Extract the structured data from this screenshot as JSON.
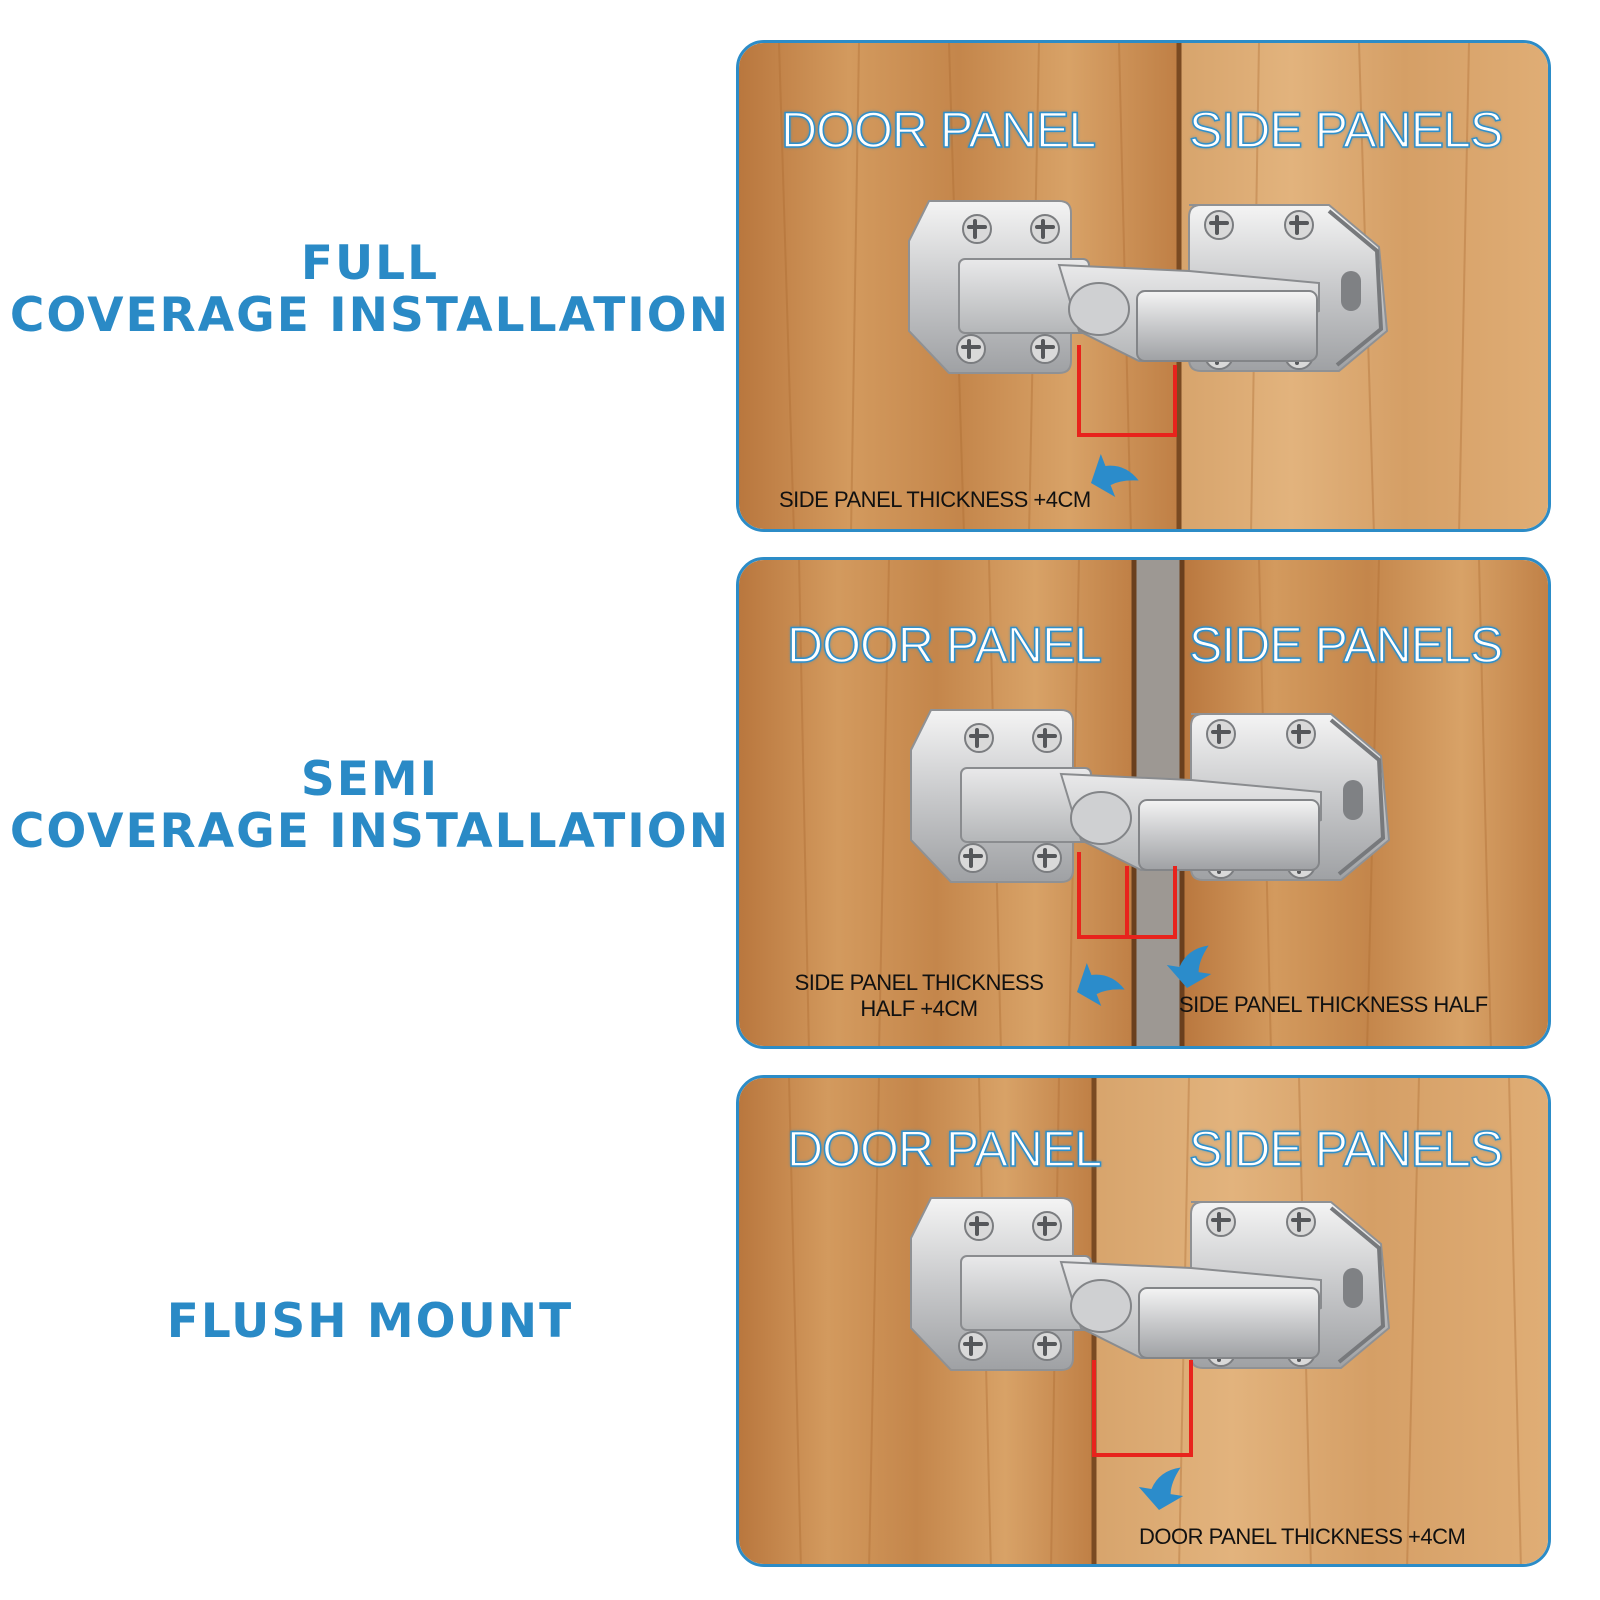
{
  "sections": [
    {
      "title_line1": "FULL",
      "title_line2": "COVERAGE INSTALLATION",
      "left_label": "DOOR PANEL",
      "right_label": "SIDE PANELS",
      "note1": "SIDE PANEL THICKNESS +4CM"
    },
    {
      "title_line1": "SEMI",
      "title_line2": "COVERAGE INSTALLATION",
      "left_label": "DOOR PANEL",
      "right_label": "SIDE PANELS",
      "note1_line1": "SIDE PANEL THICKNESS",
      "note1_line2": "HALF +4CM",
      "note2": "SIDE PANEL THICKNESS HALF"
    },
    {
      "title_line1": "FLUSH MOUNT",
      "left_label": "DOOR PANEL",
      "right_label": "SIDE PANELS",
      "note1": "DOOR PANEL THICKNESS +4CM"
    }
  ],
  "colors": {
    "accent": "#2a8ac6",
    "marker": "#e8231c",
    "wood_dark": "#c98b4f",
    "wood_light": "#dcab73"
  },
  "icons": [
    "arrow-icon",
    "hinge-icon",
    "screw-icon"
  ]
}
